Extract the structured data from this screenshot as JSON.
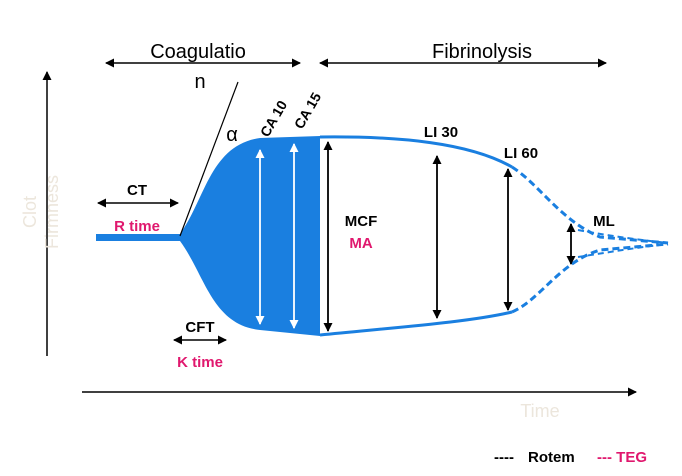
{
  "phases": {
    "coagulation_line1": "Coagulatio",
    "coagulation_line2": "n",
    "fibrinolysis": "Fibrinolysis"
  },
  "axes": {
    "y_line1": "Clot",
    "y_line2": "Firmness",
    "x": "Time"
  },
  "labels": {
    "ct": "CT",
    "r_time": "R time",
    "cft": "CFT",
    "k_time": "K time",
    "alpha": "α",
    "ca10": "CA 10",
    "ca15": "CA 15",
    "mcf": "MCF",
    "ma": "MA",
    "li30": "LI 30",
    "li60": "LI 60",
    "ml": "ML"
  },
  "legend": {
    "rotem_dash": "----",
    "rotem": "Rotem",
    "teg": "--- TEG"
  },
  "colors": {
    "trace_blue": "#1a7fe0",
    "teg_pink": "#e0186e",
    "axis_label_faded": "#ece6dc",
    "ink": "#000000"
  }
}
